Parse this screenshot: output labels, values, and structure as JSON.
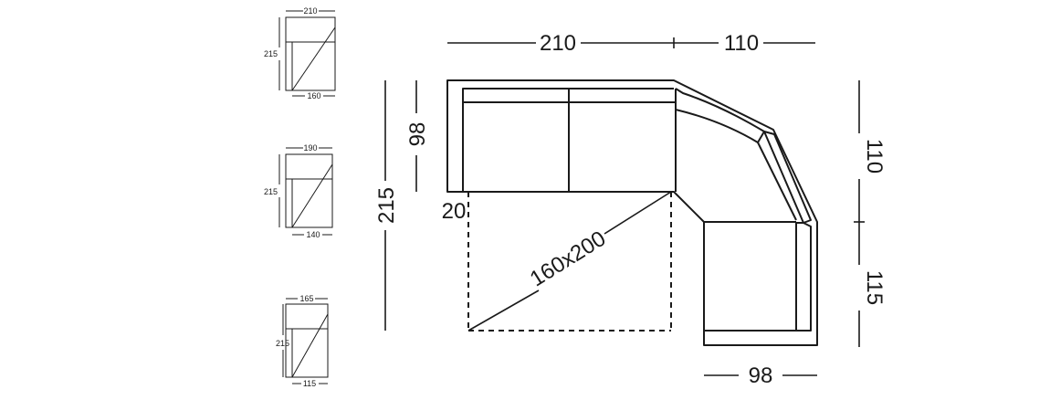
{
  "main_plan": {
    "top_left_width": "210",
    "top_right_width": "110",
    "left_total_depth": "215",
    "left_seat_depth": "98",
    "frame_thickness": "20",
    "bed_size": "160x200",
    "right_upper_depth": "110",
    "right_lower_depth": "115",
    "bottom_width": "98"
  },
  "variants": [
    {
      "width": "210",
      "depth": "215",
      "bed_width": "160"
    },
    {
      "width": "190",
      "depth": "215",
      "bed_width": "140"
    },
    {
      "width": "165",
      "depth": "215",
      "bed_width": "115"
    }
  ]
}
